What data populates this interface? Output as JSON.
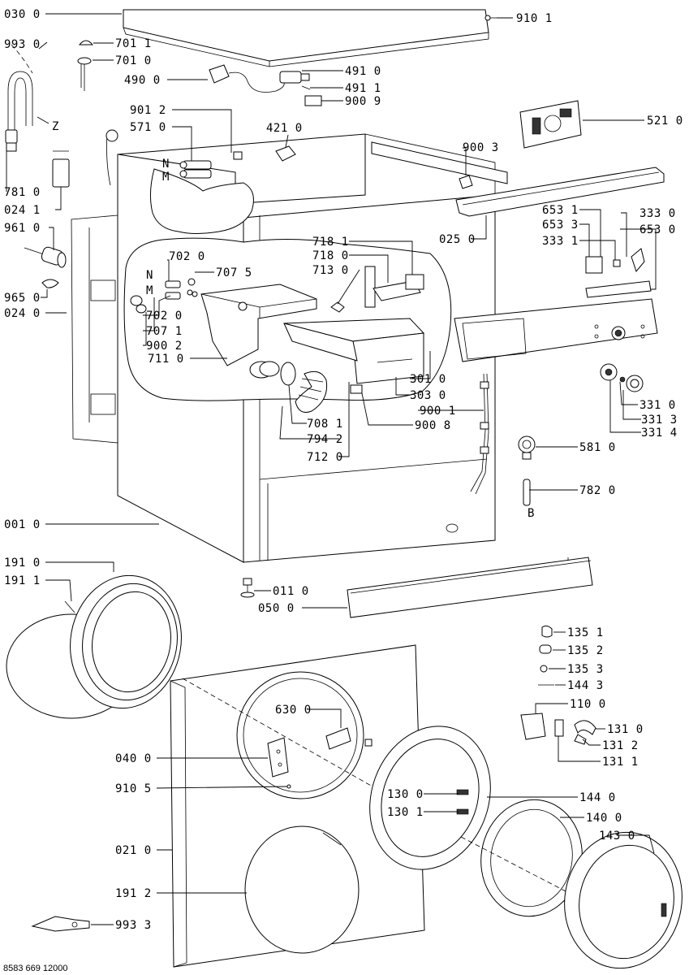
{
  "footer": {
    "code": "8583 669 12000"
  },
  "marks": {
    "Z": "Z",
    "N1": "N",
    "M1": "M",
    "N2": "N",
    "M2": "M",
    "B": "B"
  },
  "labels": {
    "030_0": "030 0",
    "910_1": "910 1",
    "993_0": "993 0",
    "701_1": "701 1",
    "701_0": "701 0",
    "490_0": "490 0",
    "491_0": "491 0",
    "491_1": "491 1",
    "900_9": "900 9",
    "901_2": "901 2",
    "571_0": "571 0",
    "421_0": "421 0",
    "521_0": "521 0",
    "900_3": "900 3",
    "781_0": "781 0",
    "024_1": "024 1",
    "025_0": "025 0",
    "961_0": "961 0",
    "653_1": "653 1",
    "653_3": "653 3",
    "333_1": "333 1",
    "333_0": "333 0",
    "653_0": "653 0",
    "718_1": "718 1",
    "718_0": "718 0",
    "713_0": "713 0",
    "702_0": "702 0",
    "707_5": "707 5",
    "965_0": "965 0",
    "024_0": "024 0",
    "702_0b": "702 0",
    "707_1": "707 1",
    "900_2": "900 2",
    "711_0": "711 0",
    "301_0": "301 0",
    "303_0": "303 0",
    "900_1": "900 1",
    "900_8": "900 8",
    "708_1": "708 1",
    "794_2": "794 2",
    "712_0": "712 0",
    "331_0": "331 0",
    "331_3": "331 3",
    "331_4": "331 4",
    "581_0": "581 0",
    "782_0": "782 0",
    "001_0": "001 0",
    "191_0": "191 0",
    "191_1": "191 1",
    "011_0": "011 0",
    "050_0": "050 0",
    "135_1": "135 1",
    "135_2": "135 2",
    "135_3": "135 3",
    "144_3": "144 3",
    "110_0": "110 0",
    "630_0": "630 0",
    "131_0": "131 0",
    "131_2": "131 2",
    "131_1": "131 1",
    "040_0": "040 0",
    "910_5": "910 5",
    "130_0": "130 0",
    "144_0": "144 0",
    "130_1": "130 1",
    "140_0": "140 0",
    "143_0": "143 0",
    "021_0": "021 0",
    "191_2": "191 2",
    "993_3": "993 3"
  }
}
